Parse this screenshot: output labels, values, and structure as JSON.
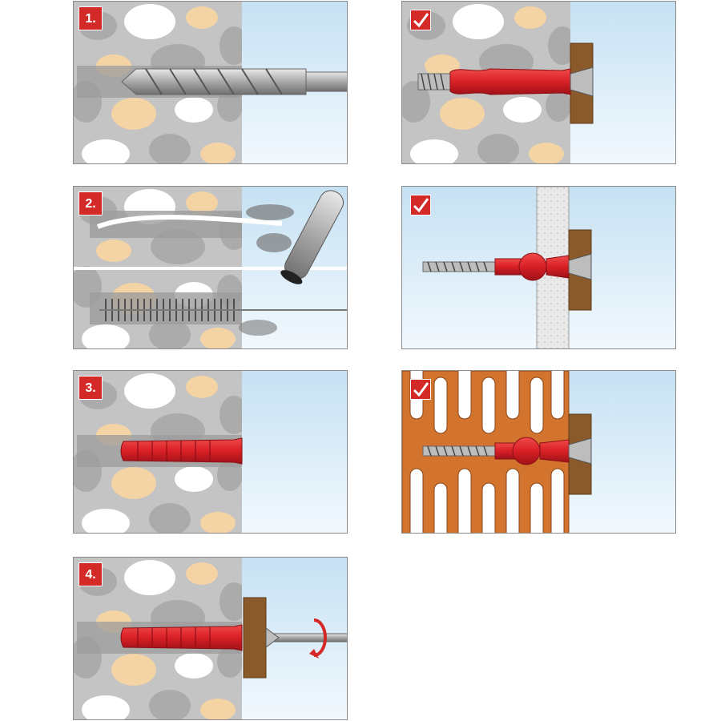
{
  "steps": [
    {
      "id": "drill",
      "label": "1."
    },
    {
      "id": "clean",
      "label": "2."
    },
    {
      "id": "insert",
      "label": "3."
    },
    {
      "id": "screw",
      "label": "4."
    }
  ],
  "colors": {
    "badge": "#d42a27",
    "plug": "#d81f26",
    "stone_bg": "#c4c4c4",
    "stone_grey": "#a9a9a9",
    "stone_tan": "#f4d3a4",
    "stone_white": "#ffffff",
    "air_top": "#c9e3f4",
    "air_bottom": "#eef7fd",
    "wood": "#8b5a2b",
    "brick": "#d2742e",
    "plaster": "#e6e6e6"
  },
  "icons": {
    "step_badge": "numbered-square",
    "result_badge": "checkmark-icon",
    "rotation": "rotate-arrow-icon"
  }
}
